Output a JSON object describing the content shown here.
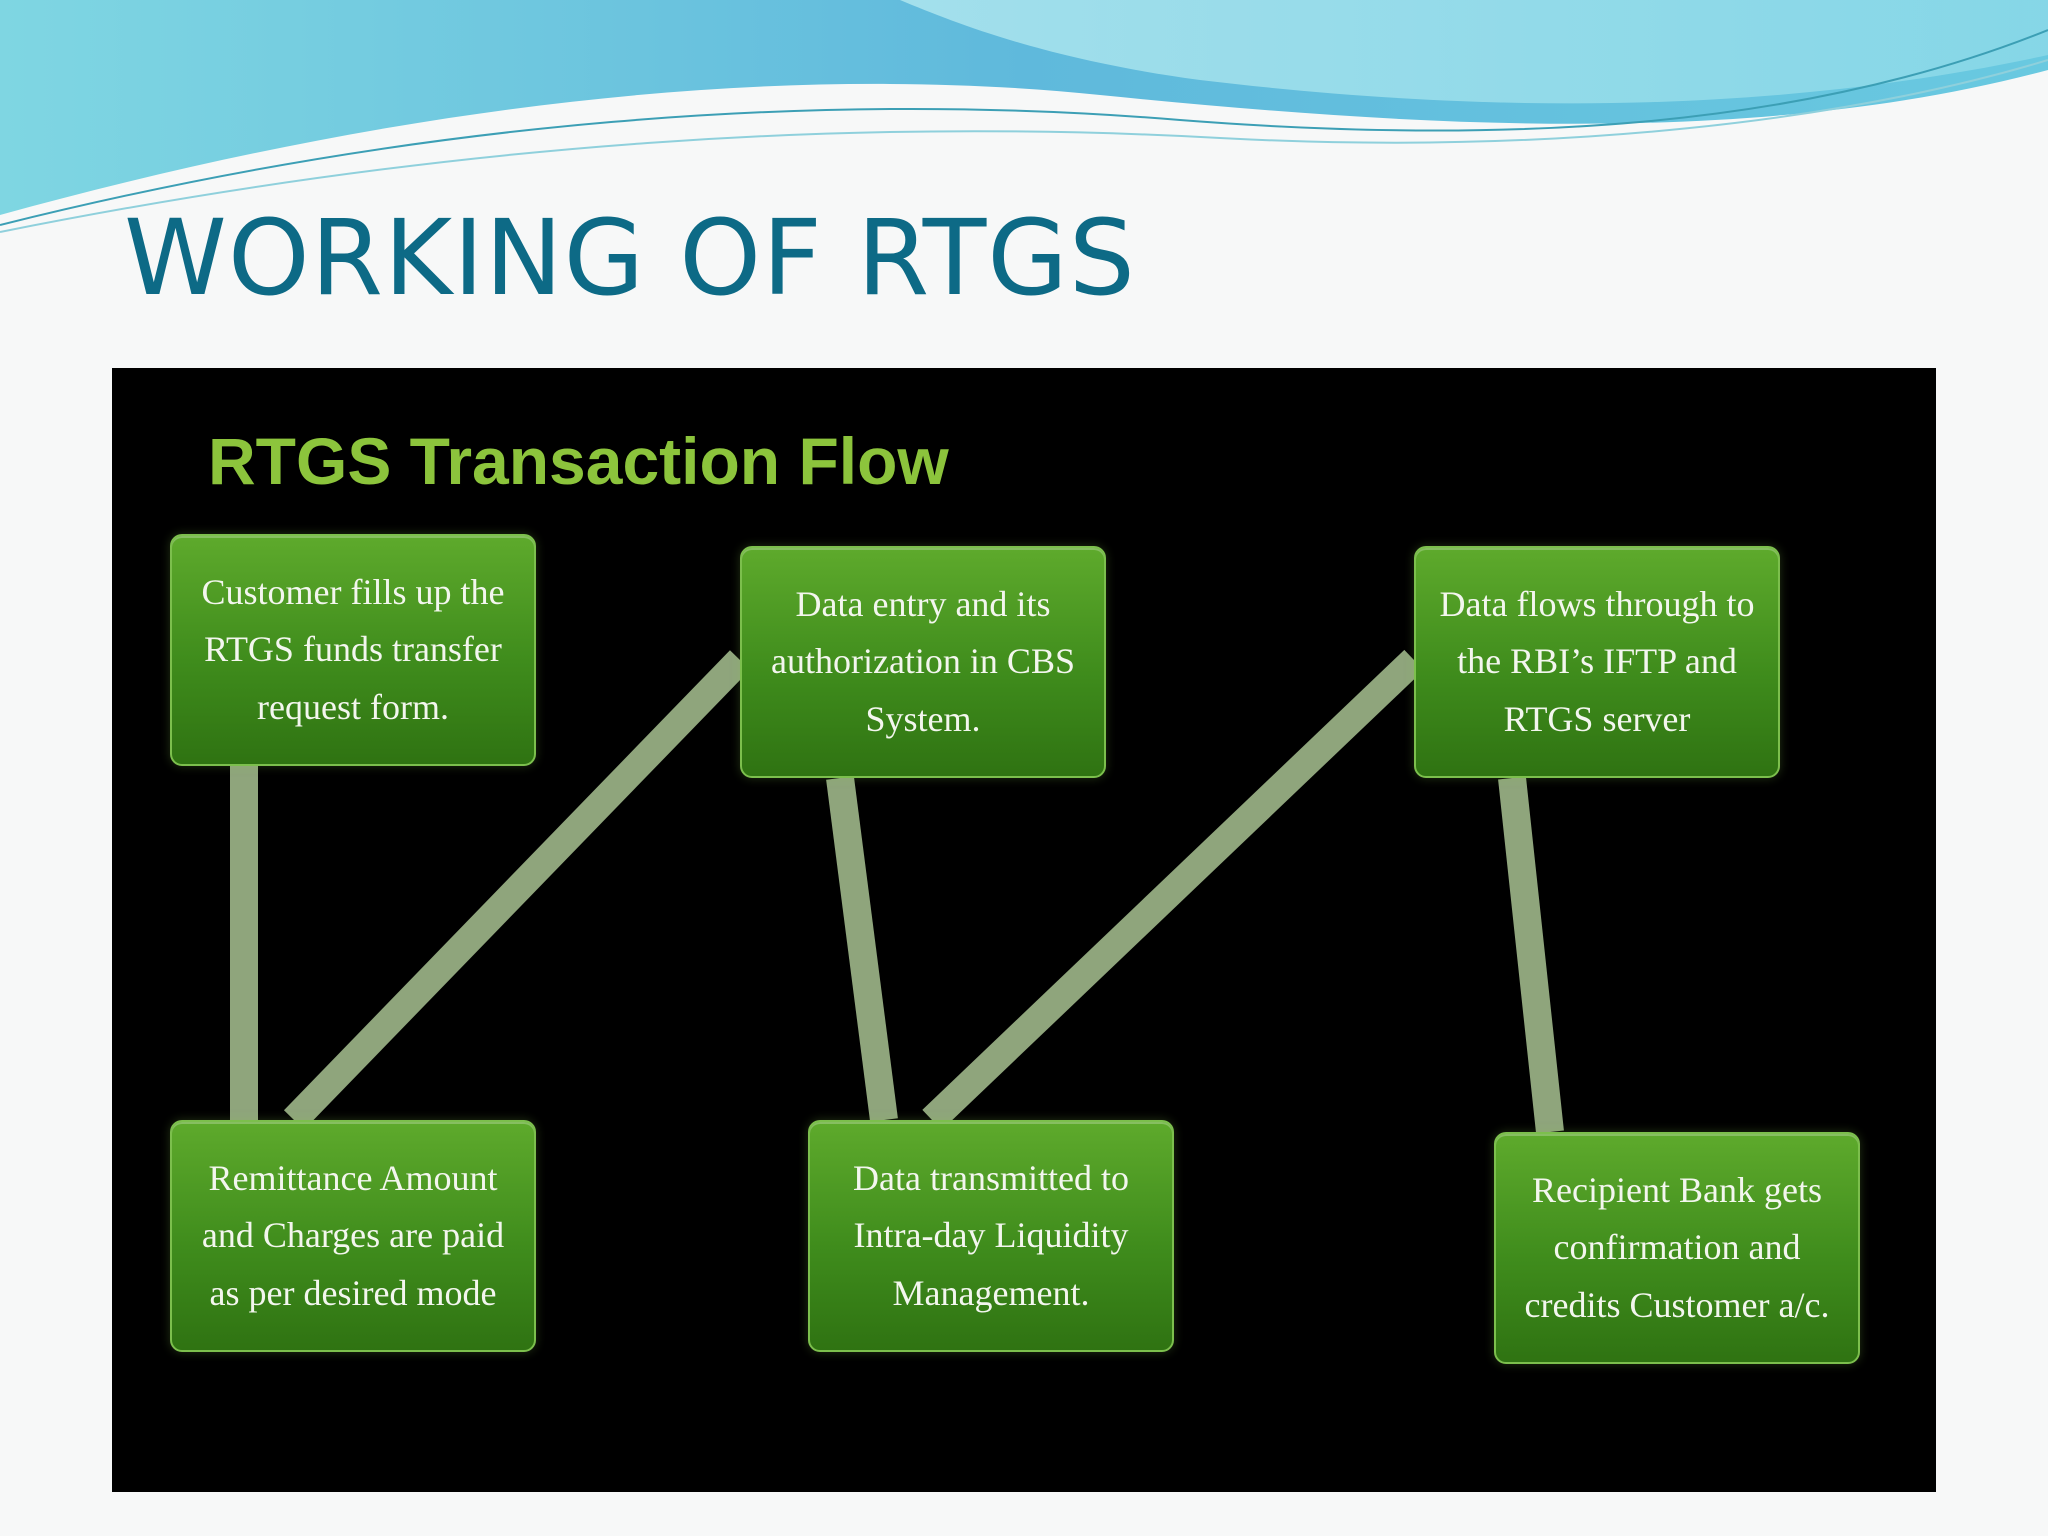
{
  "slide": {
    "title": "WORKING OF RTGS"
  },
  "diagram": {
    "title": "RTGS Transaction Flow",
    "steps": [
      {
        "id": 1,
        "text": "Customer fills up the RTGS funds transfer request form."
      },
      {
        "id": 2,
        "text": "Data entry and its authorization in CBS System."
      },
      {
        "id": 3,
        "text": "Data flows through to the RBI’s IFTP and RTGS server"
      },
      {
        "id": 4,
        "text": "Remittance Amount and Charges are paid as per desired mode"
      },
      {
        "id": 5,
        "text": "Data transmitted to Intra-day Liquidity Management."
      },
      {
        "id": 6,
        "text": "Recipient Bank gets confirmation and credits Customer a/c."
      }
    ],
    "flow": [
      {
        "from": 1,
        "to": 4
      },
      {
        "from": 4,
        "to": 2
      },
      {
        "from": 2,
        "to": 5
      },
      {
        "from": 5,
        "to": 3
      },
      {
        "from": 3,
        "to": 6
      }
    ]
  },
  "colors": {
    "title": "#0d6a86",
    "diagram_background": "#000000",
    "diagram_title": "#8cc43c",
    "box_fill": "#4a9a24",
    "connector": "#8fa57c"
  }
}
